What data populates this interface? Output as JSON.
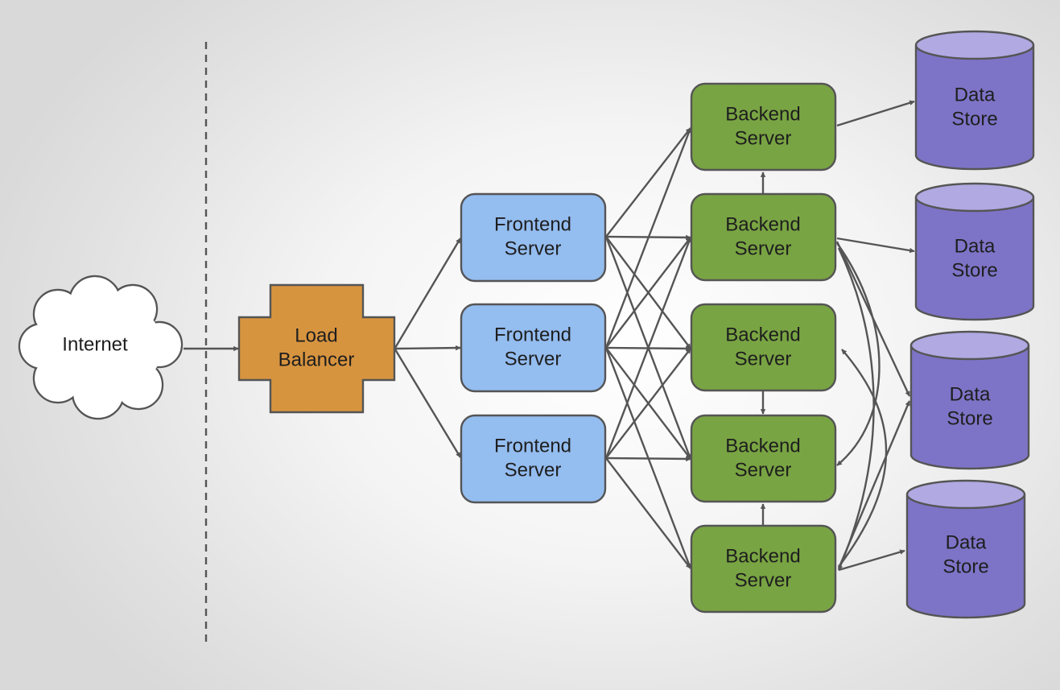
{
  "nodes": {
    "internet": {
      "label": "Internet"
    },
    "load_balancer": {
      "line1": "Load",
      "line2": "Balancer"
    },
    "frontends": [
      {
        "line1": "Frontend",
        "line2": "Server"
      },
      {
        "line1": "Frontend",
        "line2": "Server"
      },
      {
        "line1": "Frontend",
        "line2": "Server"
      }
    ],
    "backends": [
      {
        "line1": "Backend",
        "line2": "Server"
      },
      {
        "line1": "Backend",
        "line2": "Server"
      },
      {
        "line1": "Backend",
        "line2": "Server"
      },
      {
        "line1": "Backend",
        "line2": "Server"
      },
      {
        "line1": "Backend",
        "line2": "Server"
      }
    ],
    "data_stores": [
      {
        "line1": "Data",
        "line2": "Store"
      },
      {
        "line1": "Data",
        "line2": "Store"
      },
      {
        "line1": "Data",
        "line2": "Store"
      },
      {
        "line1": "Data",
        "line2": "Store"
      }
    ]
  },
  "colors": {
    "load_balancer": "#d7943f",
    "frontend": "#94bdf0",
    "backend": "#79a443",
    "data_store_body": "#7d74c7",
    "data_store_top": "#b0a9e2",
    "cloud": "#ffffff",
    "edge": "#555555",
    "boundary": "#555555"
  }
}
